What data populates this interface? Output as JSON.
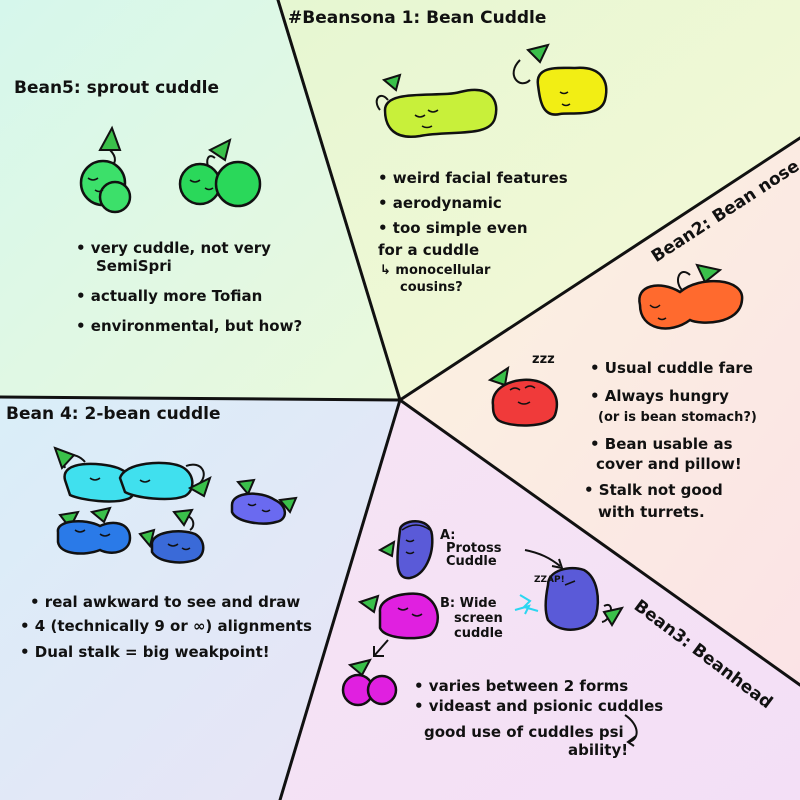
{
  "sections": {
    "bean1": {
      "title": "#Beansona 1: Bean Cuddle",
      "notes": [
        "• weird facial features",
        "• aerodynamic",
        "• too simple even",
        "for a cuddle",
        "↳ monocellular",
        "cousins?"
      ],
      "colors": [
        "#c8f03a",
        "#f2ee14"
      ]
    },
    "bean2": {
      "title": "Bean2: Bean nose",
      "notes": [
        "• Usual cuddle fare",
        "• Always hungry",
        "(or is bean stomach?)",
        "• Bean usable as",
        "cover and pillow!",
        "• Stalk not good",
        "with turrets."
      ],
      "sleep_text": "zzz",
      "colors": [
        "#ff6a2e",
        "#f03a3a"
      ]
    },
    "bean3": {
      "title": "Bean3: Beanhead",
      "label_a": [
        "A:",
        "Protoss",
        "Cuddle"
      ],
      "label_b": [
        "B: Wide",
        "screen",
        "cuddle"
      ],
      "zap_text": "ZZAP!",
      "notes": [
        "• varies between 2 forms",
        "• videast and psionic cuddles",
        "good use of cuddles psi",
        "ability!"
      ],
      "colors": [
        "#5a5ad8",
        "#e020e0"
      ]
    },
    "bean4": {
      "title": "Bean 4: 2-bean cuddle",
      "notes": [
        "• real awkward to see and draw",
        "• 4 (technically 9 or ∞) alignments",
        "• Dual stalk = big weakpoint!"
      ],
      "colors": [
        "#40e0ee",
        "#2a7ae8",
        "#6a6af0"
      ]
    },
    "bean5": {
      "title": "Bean5: sprout cuddle",
      "notes": [
        "• very cuddle, not very",
        "SemiSpri",
        "• actually more Tofian",
        "• environmental, but how?"
      ],
      "colors": [
        "#3ce06a",
        "#2ad85a"
      ]
    }
  }
}
